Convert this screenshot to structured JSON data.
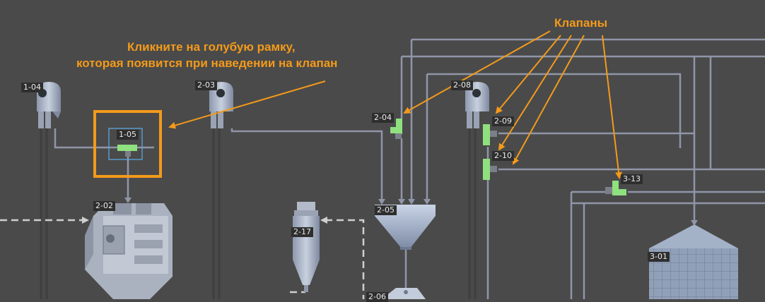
{
  "annotations": {
    "valves_title": "Клапаны",
    "instruction_line1": "Кликните на голубую рамку,",
    "instruction_line2": "которая появится при наведении на клапан"
  },
  "equipment_labels": {
    "e_1_04": "1-04",
    "e_2_03": "2-03",
    "e_2_08": "2-08",
    "e_1_05": "1-05",
    "e_2_04": "2-04",
    "e_2_09": "2-09",
    "e_2_10": "2-10",
    "e_3_13": "3-13",
    "e_2_02": "2-02",
    "e_2_17": "2-17",
    "e_2_05": "2-05",
    "e_3_01": "3-01",
    "e_2_06": "2-06"
  },
  "colors": {
    "background": "#4a4a4a",
    "pipe": "#8f96a8",
    "valve_on": "#8fe07e",
    "highlight_frame": "#f39a1a",
    "hover_frame": "#5aa6e0"
  },
  "icons": {
    "pump": "pump-icon",
    "valve": "valve-icon",
    "hopper": "hopper-icon",
    "silo": "silo-icon",
    "cyclone": "cyclone-icon",
    "machine": "machine-icon"
  }
}
